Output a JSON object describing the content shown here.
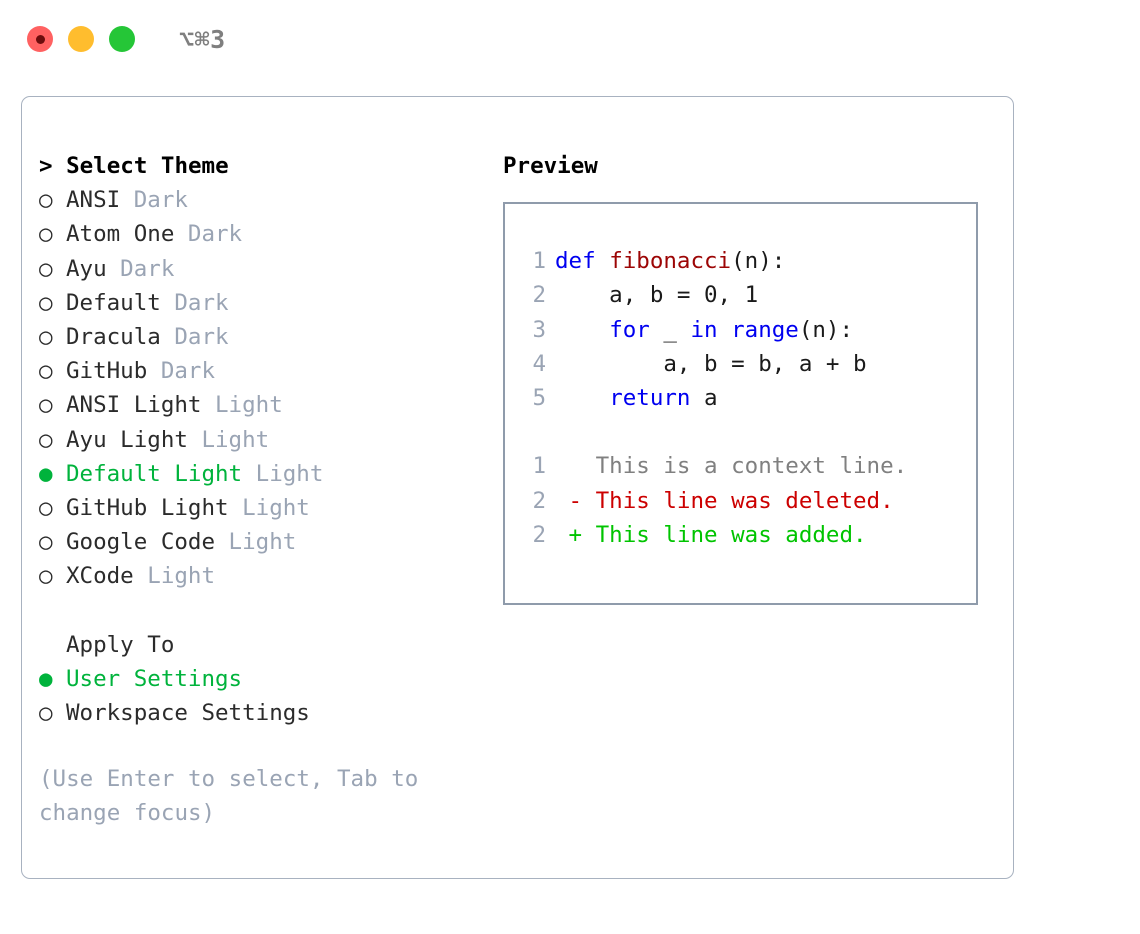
{
  "titlebar": {
    "traffic_lights": [
      {
        "name": "close-button",
        "color": "#ff6161"
      },
      {
        "name": "minimize-button",
        "color": "#ffbd2e"
      },
      {
        "name": "maximize-button",
        "color": "#25c637"
      }
    ],
    "shortcut": "⌥⌘3"
  },
  "theme_picker": {
    "heading": "> Select Theme",
    "markers": {
      "selected": "●",
      "unselected": "○"
    },
    "items": [
      {
        "name": "ANSI",
        "tag": "Dark",
        "selected": false
      },
      {
        "name": "Atom One",
        "tag": "Dark",
        "selected": false
      },
      {
        "name": "Ayu",
        "tag": "Dark",
        "selected": false
      },
      {
        "name": "Default",
        "tag": "Dark",
        "selected": false
      },
      {
        "name": "Dracula",
        "tag": "Dark",
        "selected": false
      },
      {
        "name": "GitHub",
        "tag": "Dark",
        "selected": false
      },
      {
        "name": "ANSI Light",
        "tag": "Light",
        "selected": false
      },
      {
        "name": "Ayu Light",
        "tag": "Light",
        "selected": false
      },
      {
        "name": "Default Light",
        "tag": "Light",
        "selected": true
      },
      {
        "name": "GitHub Light",
        "tag": "Light",
        "selected": false
      },
      {
        "name": "Google Code",
        "tag": "Light",
        "selected": false
      },
      {
        "name": "XCode",
        "tag": "Light",
        "selected": false
      }
    ]
  },
  "apply_to": {
    "heading": "Apply To",
    "items": [
      {
        "name": "User Settings",
        "selected": true
      },
      {
        "name": "Workspace Settings",
        "selected": false
      }
    ]
  },
  "hint": "(Use Enter to select, Tab to change focus)",
  "preview": {
    "title": "Preview",
    "code_lines": [
      {
        "ln": "1",
        "segments": [
          {
            "t": "def ",
            "c": "kw"
          },
          {
            "t": "fibonacci",
            "c": "fn"
          },
          {
            "t": "(n):",
            "c": "plain"
          }
        ]
      },
      {
        "ln": "2",
        "segments": [
          {
            "t": "    a, b = 0, 1",
            "c": "plain"
          }
        ]
      },
      {
        "ln": "3",
        "segments": [
          {
            "t": "    ",
            "c": "plain"
          },
          {
            "t": "for",
            "c": "kw"
          },
          {
            "t": " _ ",
            "c": "plain"
          },
          {
            "t": "in",
            "c": "kw"
          },
          {
            "t": " ",
            "c": "plain"
          },
          {
            "t": "range",
            "c": "kw"
          },
          {
            "t": "(n):",
            "c": "plain"
          }
        ]
      },
      {
        "ln": "4",
        "segments": [
          {
            "t": "        a, b = b, a + b",
            "c": "plain"
          }
        ]
      },
      {
        "ln": "5",
        "segments": [
          {
            "t": "    ",
            "c": "plain"
          },
          {
            "t": "return",
            "c": "kw"
          },
          {
            "t": " a",
            "c": "plain"
          }
        ]
      }
    ],
    "diff_lines": [
      {
        "ln": "1",
        "segments": [
          {
            "t": "   This is a context line.",
            "c": "ctx"
          }
        ]
      },
      {
        "ln": "2",
        "segments": [
          {
            "t": " - This line was deleted.",
            "c": "del"
          }
        ]
      },
      {
        "ln": "2",
        "segments": [
          {
            "t": " + This line was added.",
            "c": "add"
          }
        ]
      }
    ]
  },
  "colors": {
    "accent_green": "#00b33c",
    "tag_gray": "#9aa4b4",
    "border": "#a8b2c0",
    "preview_border": "#8f9bab",
    "keyword_blue": "#0000f0",
    "function_red": "#9c0505",
    "diff_delete": "#cc0000",
    "diff_add": "#00c400",
    "context_gray": "#808080"
  }
}
